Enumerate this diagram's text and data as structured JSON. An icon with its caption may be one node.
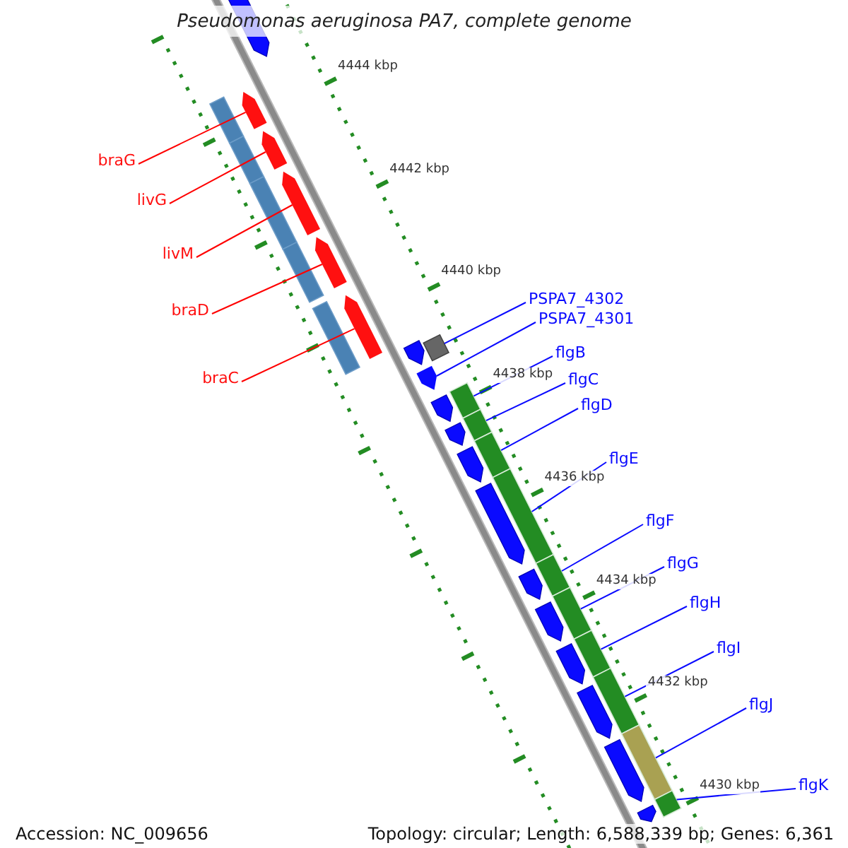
{
  "diagram": {
    "title": "Pseudomonas aeruginosa PA7, complete genome",
    "nodes": [
      {
        "text": [
          "braG"
        ]
      },
      {
        "text": [
          "livG"
        ]
      },
      {
        "text": [
          "livM"
        ]
      },
      {
        "text": [
          "braD"
        ]
      },
      {
        "text": [
          "braC"
        ]
      },
      {
        "text": [
          "PSPA7_4302"
        ]
      },
      {
        "text": [
          "PSPA7_4301"
        ]
      },
      {
        "text": [
          "flgB"
        ]
      },
      {
        "text": [
          "flgC"
        ]
      },
      {
        "text": [
          "flgD"
        ]
      },
      {
        "text": [
          "flgE"
        ]
      },
      {
        "text": [
          "flgF"
        ]
      },
      {
        "text": [
          "flgG"
        ]
      },
      {
        "text": [
          "flgH"
        ]
      },
      {
        "text": [
          "flgI"
        ]
      },
      {
        "text": [
          "flgJ"
        ]
      },
      {
        "text": [
          "flgK"
        ]
      },
      {
        "text": [],
        "shape": "arrow"
      },
      {
        "text": [],
        "shape": "arrow"
      },
      {
        "text": [],
        "shape": "arrow"
      },
      {
        "text": [],
        "shape": "arrow"
      },
      {
        "text": [],
        "shape": "arrow"
      },
      {
        "text": [],
        "shape": "box"
      },
      {
        "text": [],
        "shape": "arrow"
      },
      {
        "text": [],
        "shape": "bar"
      },
      {
        "text": [],
        "shape": "bar"
      },
      {
        "text": [],
        "shape": "bar"
      },
      {
        "text": [],
        "shape": "bar"
      },
      {
        "text": [],
        "shape": "bar"
      },
      {
        "text": [],
        "shape": "bar"
      },
      {
        "text": [],
        "shape": "bar"
      },
      {
        "text": [],
        "shape": "bar"
      },
      {
        "text": [],
        "shape": "bar"
      },
      {
        "text": [],
        "shape": "bar"
      }
    ],
    "edges": [
      {
        "from": 0,
        "to": 17,
        "arrow": "none",
        "color": "#ff0000"
      },
      {
        "from": 1,
        "to": 18,
        "arrow": "none",
        "color": "#ff0000"
      },
      {
        "from": 2,
        "to": 19,
        "arrow": "none",
        "color": "#ff0000"
      },
      {
        "from": 3,
        "to": 20,
        "arrow": "none",
        "color": "#ff0000"
      },
      {
        "from": 4,
        "to": 21,
        "arrow": "none",
        "color": "#ff0000"
      },
      {
        "from": 5,
        "to": 22,
        "arrow": "none"
      },
      {
        "from": 6,
        "to": 23,
        "arrow": "none"
      },
      {
        "from": 7,
        "to": 24,
        "arrow": "none"
      },
      {
        "from": 8,
        "to": 25,
        "arrow": "none"
      },
      {
        "from": 9,
        "to": 26,
        "arrow": "none"
      },
      {
        "from": 10,
        "to": 27,
        "arrow": "none"
      },
      {
        "from": 11,
        "to": 28,
        "arrow": "none"
      },
      {
        "from": 12,
        "to": 29,
        "arrow": "none"
      },
      {
        "from": 13,
        "to": 30,
        "arrow": "none"
      },
      {
        "from": 14,
        "to": 31,
        "arrow": "none"
      },
      {
        "from": 15,
        "to": 32,
        "arrow": "none"
      },
      {
        "from": 16,
        "to": 33,
        "arrow": "none"
      }
    ],
    "labels": [
      "4444 kbp",
      "4442 kbp",
      "4440 kbp",
      "4438 kbp",
      "4436 kbp",
      "4434 kbp",
      "4432 kbp",
      "4430 kbp",
      "Accession: NC_009656",
      "Topology: circular; Length: 6,588,339 bp; Genes: 6,361"
    ]
  }
}
